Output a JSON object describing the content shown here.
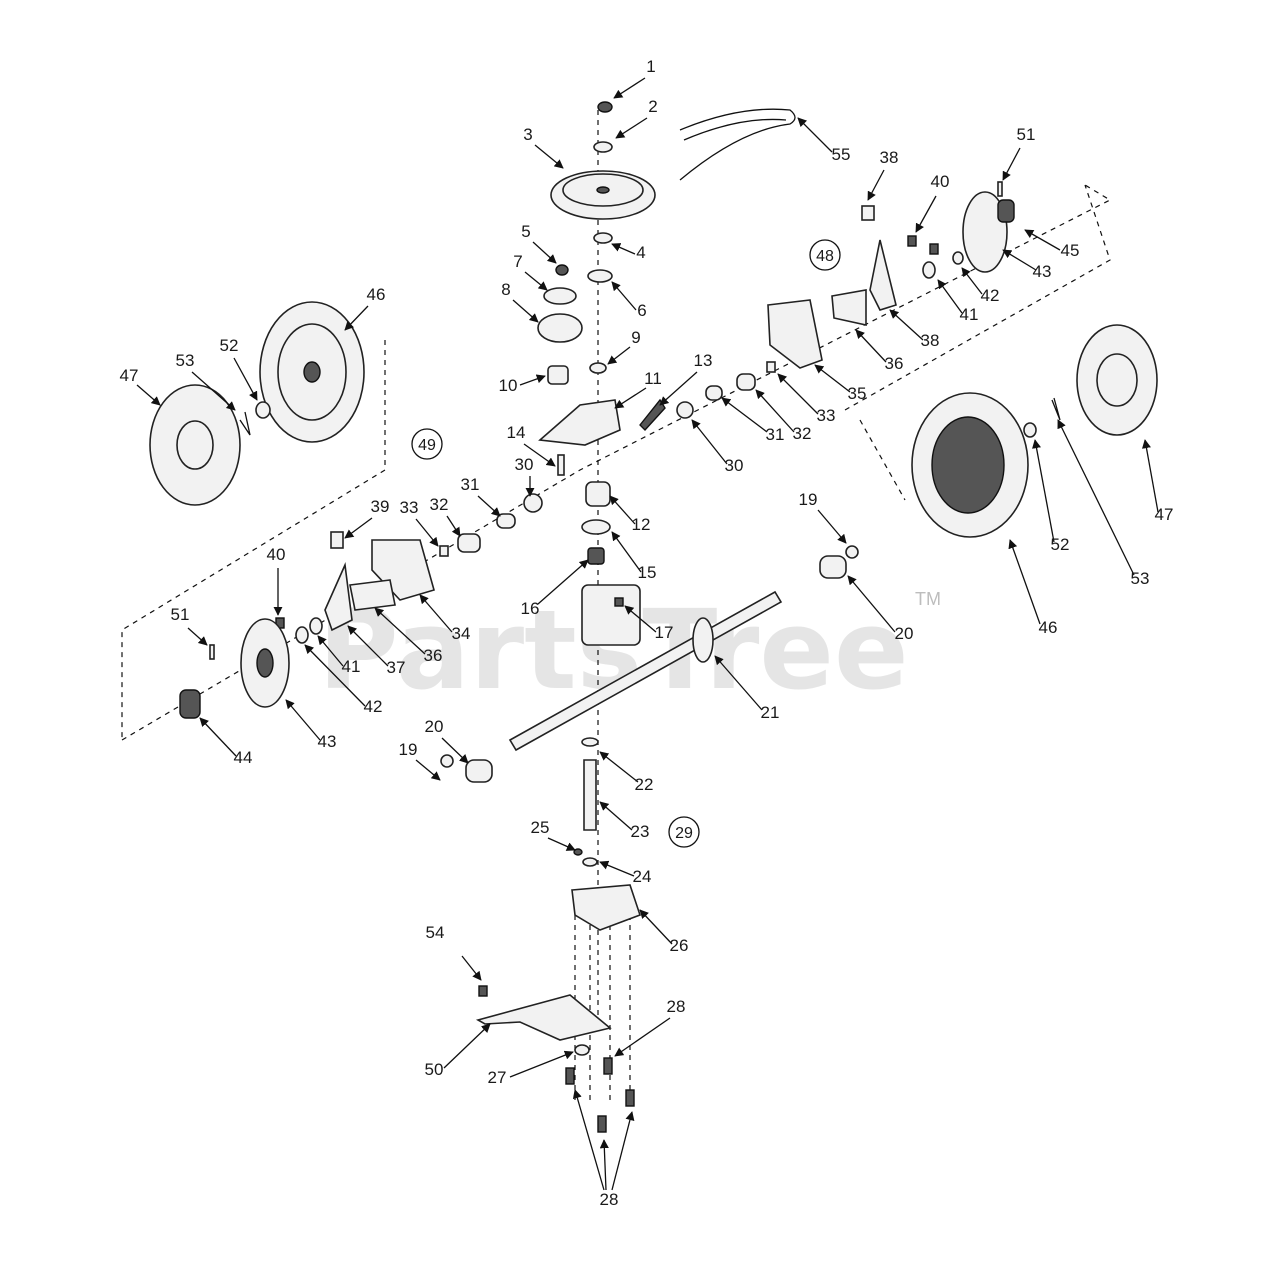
{
  "watermark": {
    "text": "PartsTree",
    "tm": "TM"
  },
  "callouts": [
    "1",
    "2",
    "3",
    "4",
    "5",
    "6",
    "7",
    "8",
    "9",
    "10",
    "11",
    "12",
    "13",
    "14",
    "15",
    "16",
    "17",
    "19",
    "20",
    "21",
    "22",
    "23",
    "24",
    "25",
    "26",
    "27",
    "28",
    "30",
    "31",
    "32",
    "33",
    "34",
    "35",
    "36",
    "37",
    "38",
    "39",
    "40",
    "41",
    "42",
    "43",
    "44",
    "45",
    "46",
    "47",
    "50",
    "51",
    "52",
    "53",
    "54",
    "55"
  ],
  "ring_labels": [
    "48",
    "49",
    "29"
  ]
}
